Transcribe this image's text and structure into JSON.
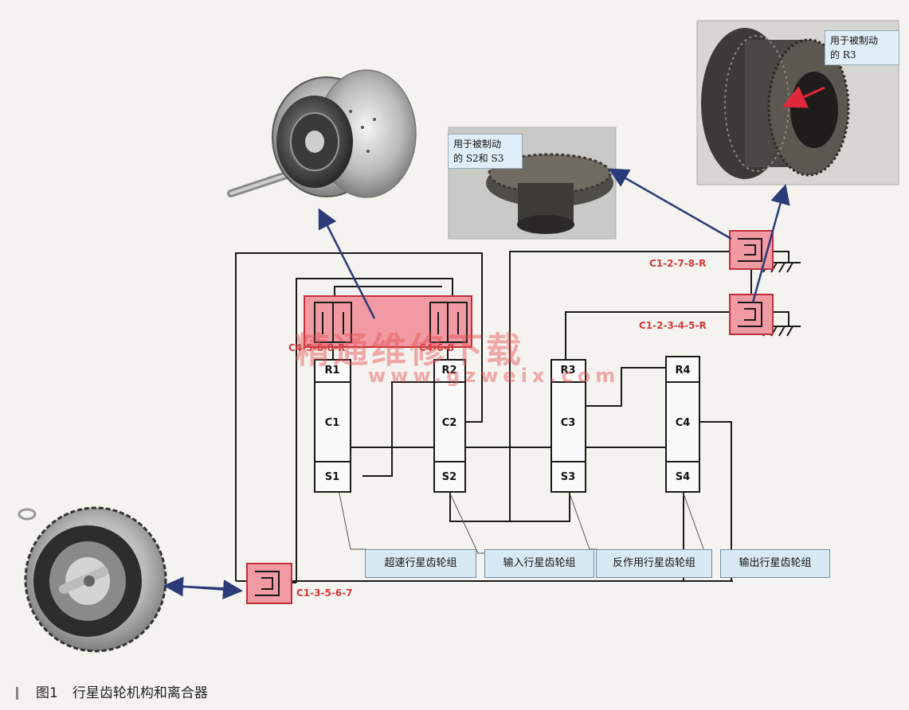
{
  "units": {
    "r1": "R1",
    "c1": "C1",
    "s1": "S1",
    "r2": "R2",
    "c2": "C2",
    "s2": "S2",
    "r3": "R3",
    "c3": "C3",
    "s3": "S3",
    "r4": "R4",
    "c4": "C4",
    "s4": "S4"
  },
  "clutches": {
    "c1_2_7_8_r": "C1-2-7-8-R",
    "c1_2_3_4_5_r": "C1-2-3-4-5-R",
    "c1_3_5_6_7": "C1-3-5-6-7",
    "c4_left": "C4-5-6-8-R",
    "c4_right": "C4-6-8"
  },
  "groups": {
    "overdrive": "超速行星齿轮组",
    "input": "输入行星齿轮组",
    "reaction": "反作用行星齿轮组",
    "output": "输出行星齿轮组"
  },
  "callouts": {
    "s2s3_line1": "用于被制动",
    "s2s3_line2": "的 S2和 S3",
    "r3_line1": "用于被制动",
    "r3_line2": "的 R3"
  },
  "watermark": {
    "main": "精通维修下载",
    "url": "www.gzweix.com"
  },
  "caption": {
    "fig": "图1",
    "text": "行星齿轮机构和离合器"
  },
  "colors": {
    "clutch_fill": "#f19aa4",
    "clutch_stroke": "#c0303c",
    "label_red": "#d23a3a",
    "group_fill": "#d9e9f4",
    "arrow": "#2b3a78"
  }
}
